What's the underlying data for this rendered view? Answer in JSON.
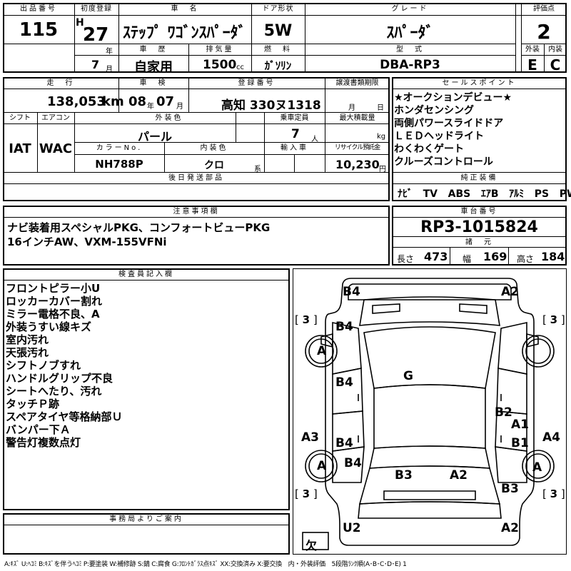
{
  "top": {
    "lot_number_header": "出品番号",
    "lot_number": "115",
    "first_reg_header": "初度登録",
    "era": "H",
    "year": "27",
    "year_unit": "年",
    "month": "7",
    "month_unit": "月",
    "car_name_header": "車　名",
    "car_name": "ｽﾃｯﾌﾟ ﾜｺﾞﾝｽﾊﾟｰﾀﾞ",
    "door_header": "ドア形状",
    "door": "5W",
    "grade_header": "グレード",
    "grade": "ｽﾊﾟｰﾀﾞ",
    "score_header": "評価点",
    "score": "2",
    "history_header": "車　歴",
    "history": "自家用",
    "displacement_header": "排気量",
    "displacement": "1500",
    "displacement_unit": "cc",
    "fuel_header": "燃　料",
    "fuel": "ｶﾞｿﾘﾝ",
    "model_header": "型　式",
    "model": "DBA-RP3",
    "exterior_header": "外装",
    "exterior_score": "E",
    "interior_header": "内装",
    "interior_score": "C"
  },
  "row2": {
    "mileage_header": "走　行",
    "mileage": "138,053",
    "mileage_unit": "km",
    "inspection_header": "車　検",
    "inspection_year": "08",
    "inspection_year_unit": "年",
    "inspection_month": "07",
    "inspection_month_unit": "月",
    "registration_header": "登録番号",
    "registration": "高知 330ヌ1318",
    "transfer_header": "譲渡書類期限",
    "transfer_month_unit": "月",
    "transfer_day_unit": "日",
    "shift_header": "シフト",
    "shift": "IAT",
    "ac_header": "エアコン",
    "ac": "WAC",
    "exterior_color_header": "外装色",
    "exterior_color": "パール",
    "capacity_header": "乗車定員",
    "capacity": "7",
    "capacity_unit": "人",
    "max_load_header": "最大積載量",
    "max_load_unit": "kg",
    "color_no_header": "カラーNo.",
    "color_no": "NH788P",
    "interior_color_header": "内装色",
    "interior_color": "クロ",
    "interior_color_suffix": "系",
    "import_header": "輸入車",
    "recycle_header": "リサイクル預託金",
    "recycle": "10,230",
    "recycle_unit": "円",
    "later_parts_header": "後日発送部品"
  },
  "sales_points": {
    "header": "セールスポイント",
    "items": [
      "★オークションデビュー★",
      "ホンダセンシング",
      "両側パワースライドドア",
      "ＬＥＤヘッドライト",
      "わくわくゲート",
      "クルーズコントロール"
    ]
  },
  "equipment": {
    "header": "純正装備",
    "items": [
      "ﾅﾋﾞ",
      "TV",
      "ABS",
      "ｴｱB",
      "ｱﾙﾐ",
      "PS",
      "PW"
    ]
  },
  "notes": {
    "header": "注意事項欄",
    "lines": [
      "ナビ装着用スペシャルPKG、コンフォートビューPKG",
      "16インチAW、VXM-155VFNi"
    ]
  },
  "chassis": {
    "header": "車台番号",
    "number": "RP3-1015824",
    "spec_header": "諸　元",
    "length_label": "長さ",
    "length": "473",
    "width_label": "幅",
    "width": "169",
    "height_label": "高さ",
    "height": "184"
  },
  "inspector": {
    "header": "検査員記入欄",
    "lines": [
      "フロントピラー小U",
      "ロッカーカバー割れ",
      "ミラー電格不良、A",
      "外装うすい線キズ",
      "室内汚れ",
      "天張汚れ",
      "シフトノブすれ",
      "ハンドルグリップ不良",
      "シートへたり、汚れ",
      "タッチＰ跡",
      "スペアタイヤ等格納部Ｕ",
      "バンパー下Ａ",
      "警告灯複数点灯"
    ]
  },
  "office": {
    "header": "事務局よりご案内"
  },
  "diagram": {
    "labels": {
      "b4_top_left": "B4",
      "a2_top_right": "A2",
      "b4_front_left": "B4",
      "a_front_left_wheel": "A",
      "b4_mid_left_upper": "B4",
      "g_windshield": "G",
      "b4_mid_left_lower": "B4",
      "a3_left": "A3",
      "b2_right": "B2",
      "a1_right": "A1",
      "b1_right": "B1",
      "a4_right": "A4",
      "a_rear_left_wheel": "A",
      "b4_rear_left": "B4",
      "a_rear_right_wheel": "A",
      "b3_rear_center": "B3",
      "a2_rear_center": "A2",
      "b3_rear_right": "B3",
      "u2_bottom_left": "U2",
      "a2_bottom_right": "A2"
    },
    "tread_fl": "3",
    "tread_fr": "3",
    "tread_rl": "3",
    "tread_rr": "3",
    "spare": "欠"
  },
  "legend": "A:ｷｽﾞ U:ﾍｺﾐ B:ｷｽﾞを伴うﾍｺﾐ P:要塗装 W:補修跡 S:錆 C:腐食 G:ﾌﾛﾝﾄｶﾞﾗｽ点ｷｽﾞ XX:交換済み X:要交換　内・外装評価　5段階ﾗﾝｸ順(A･B･C･D･E) 1"
}
